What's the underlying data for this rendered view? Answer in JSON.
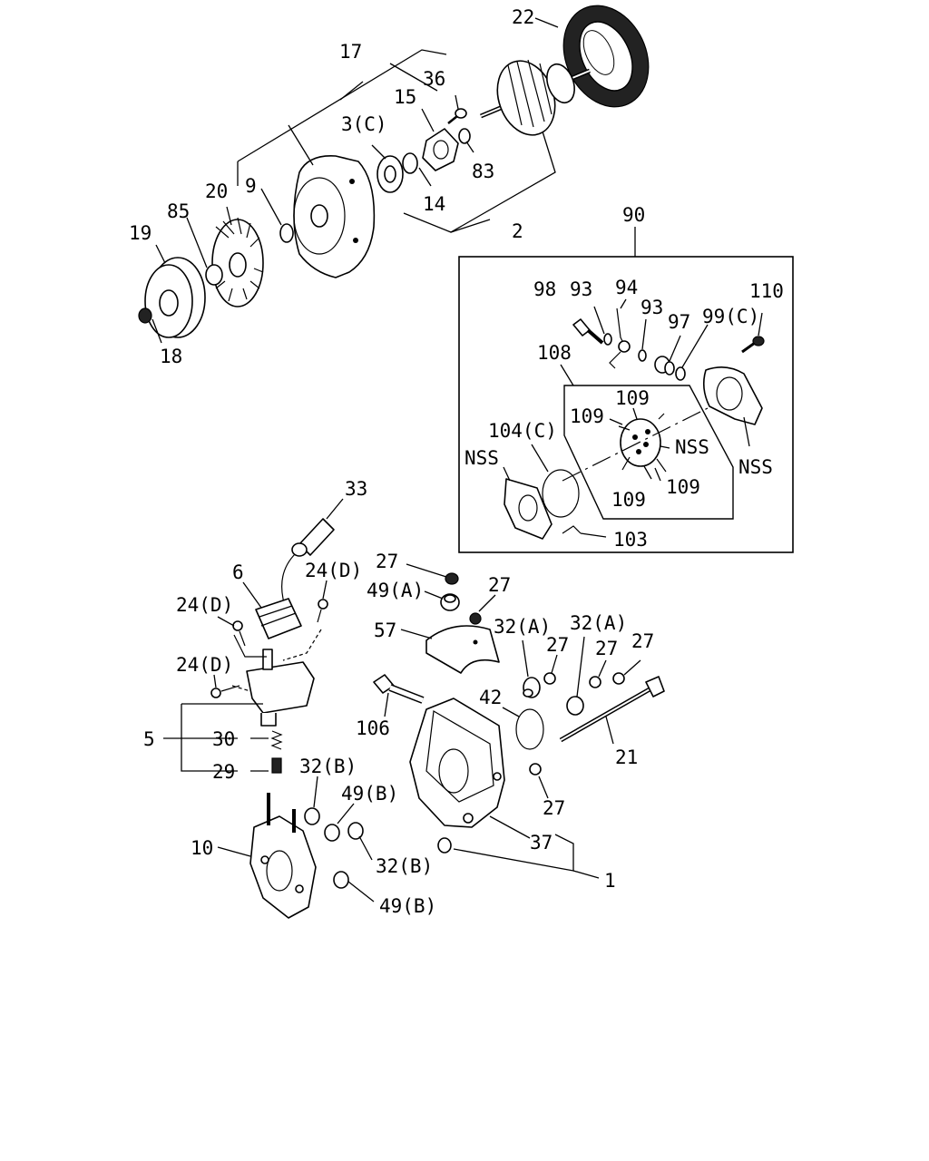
{
  "callouts": {
    "c22": "22",
    "c17": "17",
    "c36": "36",
    "c15": "15",
    "c3c": "3(C)",
    "c83": "83",
    "c9": "9",
    "c20": "20",
    "c85": "85",
    "c19": "19",
    "c14": "14",
    "c2": "2",
    "c18": "18",
    "c90": "90",
    "c98": "98",
    "c93a": "93",
    "c94": "94",
    "c93b": "93",
    "c97": "97",
    "c99c": "99(C)",
    "c110": "110",
    "c108": "108",
    "c109a": "109",
    "c109b": "109",
    "c104c": "104(C)",
    "c_nss_left": "NSS",
    "c_nss_mid": "NSS",
    "c_nss_right": "NSS",
    "c109c": "109",
    "c109d": "109",
    "c103": "103",
    "c33": "33",
    "c6": "6",
    "c24d_a": "24(D)",
    "c24d_b": "24(D)",
    "c24d_c": "24(D)",
    "c5": "5",
    "c30": "30",
    "c29": "29",
    "c27a": "27",
    "c49a": "49(A)",
    "c27b": "27",
    "c57": "57",
    "c32a_a": "32(A)",
    "c27c": "27",
    "c32a_b": "32(A)",
    "c27d": "27",
    "c27e": "27",
    "c106": "106",
    "c42": "42",
    "c21": "21",
    "c27f": "27",
    "c32b_a": "32(B)",
    "c49b_a": "49(B)",
    "c37": "37",
    "c10": "10",
    "c32b_b": "32(B)",
    "c1": "1",
    "c49b_b": "49(B)"
  }
}
